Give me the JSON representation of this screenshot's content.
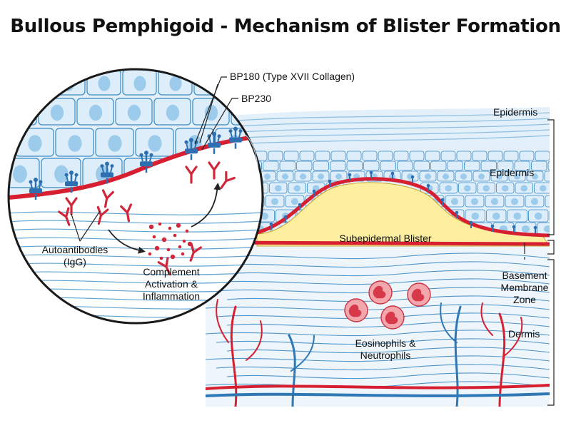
{
  "title": "Bullous Pemphigoid - Mechanism of Blister Formation",
  "labels": {
    "bp180": "BP180 (Type XVII Collagen)",
    "bp230": "BP230",
    "epidermis_outer": "Epidermis",
    "epidermis_inner": "Epidermis",
    "blister": "Subepidermal Blister",
    "bmz_line1": "Basement",
    "bmz_line2": "Membrane",
    "bmz_line3": "Zone",
    "dermis": "Dermis",
    "autoantibodies_line1": "Autoantibodies",
    "autoantibodies_line2": "(IgG)",
    "complement_line1": "Complement",
    "complement_line2": "Activation &",
    "complement_line3": "Inflammation",
    "cells_line1": "Eosinophils &",
    "cells_line2": "Neutrophils"
  },
  "colors": {
    "membrane": "#d62032",
    "antibody": "#d0283a",
    "receptor": "#2d6fb0",
    "cell_fill": "#ddeefa",
    "cell_outline": "#3a8ac4",
    "nucleus": "#9ccbeb",
    "blister_fill": "#fdeea0",
    "dermis_fiber": "#4f95c9",
    "vessel_blue": "#2e78b6",
    "granulocyte": "#f3a7ad"
  }
}
